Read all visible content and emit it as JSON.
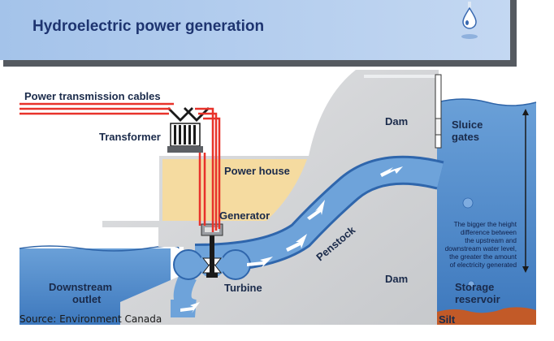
{
  "title": "Hydroelectric power generation",
  "labels": {
    "cables": "Power transmission cables",
    "transformer": "Transformer",
    "dam_top": "Dam",
    "sluice_1": "Sluice",
    "sluice_2": "gates",
    "power_house": "Power house",
    "generator": "Generator",
    "penstock": "Penstock",
    "turbine": "Turbine",
    "downstream_1": "Downstream",
    "downstream_2": "outlet",
    "dam_bottom": "Dam",
    "storage_1": "Storage",
    "storage_2": "reservoir",
    "silt": "Silt"
  },
  "note_lines": [
    "The bigger the height",
    "difference between",
    "the upstream and",
    "downstream water level,",
    "the greater the amount",
    "of electricity generated"
  ],
  "source": "Source: Environment Canada",
  "colors": {
    "water": "#5b93cf",
    "water_dark": "#3c76b8",
    "dam": "#d4d6d8",
    "power_house": "#f5dba0",
    "banner": "#9dbde6",
    "cable": "#e8322a",
    "silt": "#c25a28",
    "text": "#1a2a4a"
  }
}
